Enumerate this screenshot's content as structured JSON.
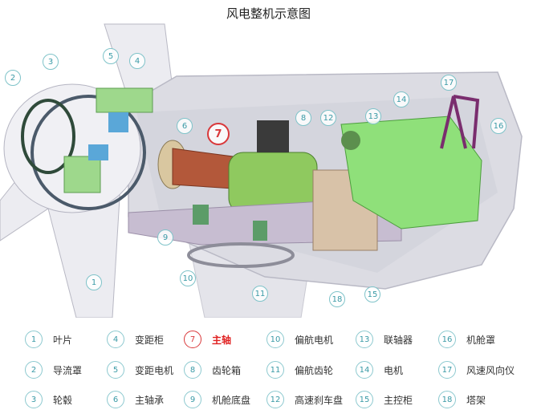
{
  "title": "风电整机示意图",
  "highlight_color": "#d9383a",
  "callout_color": "#3a9aa6",
  "legend": [
    {
      "num": "1",
      "label": "叶片"
    },
    {
      "num": "2",
      "label": "导流罩"
    },
    {
      "num": "3",
      "label": "轮毂"
    },
    {
      "num": "4",
      "label": "变距柜"
    },
    {
      "num": "5",
      "label": "变距电机"
    },
    {
      "num": "6",
      "label": "主轴承"
    },
    {
      "num": "7",
      "label": "主轴",
      "highlight": true
    },
    {
      "num": "8",
      "label": "齿轮箱"
    },
    {
      "num": "9",
      "label": "机舱底盘"
    },
    {
      "num": "10",
      "label": "偏航电机"
    },
    {
      "num": "11",
      "label": "偏航齿轮"
    },
    {
      "num": "12",
      "label": "高速刹车盘"
    },
    {
      "num": "13",
      "label": "联轴器"
    },
    {
      "num": "14",
      "label": "电机"
    },
    {
      "num": "15",
      "label": "主控柜"
    },
    {
      "num": "16",
      "label": "机舱罩"
    },
    {
      "num": "17",
      "label": "风速风向仪"
    },
    {
      "num": "18",
      "label": "塔架"
    }
  ]
}
